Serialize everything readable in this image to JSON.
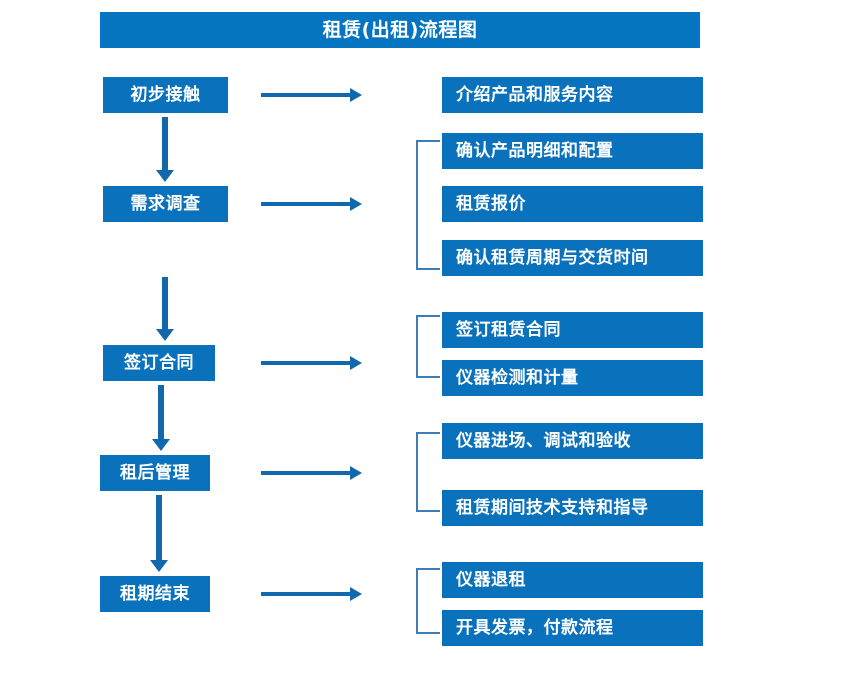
{
  "title": {
    "text": "租赁(出租)流程图"
  },
  "colors": {
    "title_bar": "#0675c1",
    "box_fill": "#0a72bd",
    "box_text": "#ffffff",
    "arrow": "#1268ad",
    "bracket": "#3d7cb8",
    "background": "#ffffff"
  },
  "stages": [
    {
      "label": "初步接触"
    },
    {
      "label": "需求调查"
    },
    {
      "label": "签订合同"
    },
    {
      "label": "租后管理"
    },
    {
      "label": "租期结束"
    }
  ],
  "details": [
    {
      "label": "介绍产品和服务内容"
    },
    {
      "label": "确认产品明细和配置"
    },
    {
      "label": "租赁报价"
    },
    {
      "label": "确认租赁周期与交货时间"
    },
    {
      "label": "签订租赁合同"
    },
    {
      "label": "仪器检测和计量"
    },
    {
      "label": "仪器进场、调试和验收"
    },
    {
      "label": "租赁期间技术支持和指导"
    },
    {
      "label": "仪器退租"
    },
    {
      "label": "开具发票，付款流程"
    }
  ],
  "groups": [
    {
      "stage": "需求调查",
      "detail_indices": [
        1,
        2,
        3
      ]
    },
    {
      "stage": "签订合同",
      "detail_indices": [
        4,
        5
      ]
    },
    {
      "stage": "租后管理",
      "detail_indices": [
        6,
        7
      ]
    },
    {
      "stage": "租期结束",
      "detail_indices": [
        8,
        9
      ]
    }
  ],
  "connectors": {
    "vertical_arrow_count": 4,
    "horizontal_arrow_count": 5,
    "direction_vertical": "down",
    "direction_horizontal": "right"
  }
}
